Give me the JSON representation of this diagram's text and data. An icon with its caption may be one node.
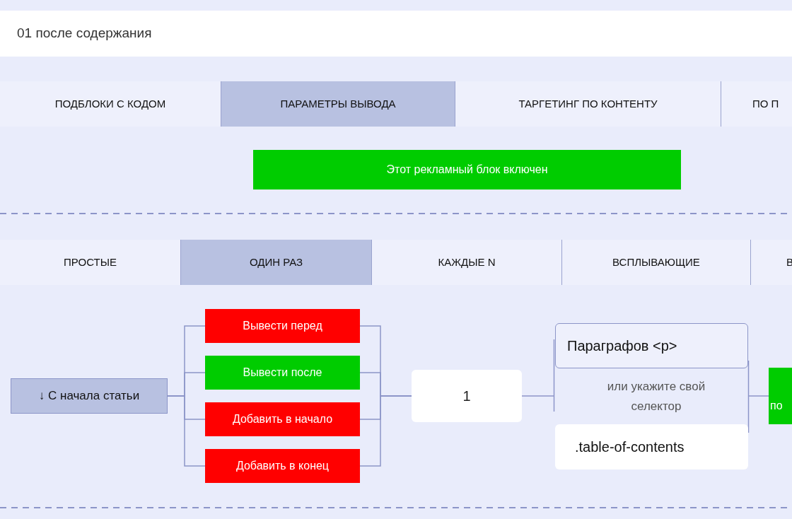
{
  "diagram": {
    "nodes": [
      {
        "text": [
          "01 после содержания"
        ]
      },
      {
        "text": [
          "ПОДБЛОКИ С КОДОМ"
        ]
      },
      {
        "text": [
          "ПАРАМЕТРЫ ВЫВОДА"
        ]
      },
      {
        "text": [
          "ТАРГЕТИНГ ПО КОНТЕНТУ"
        ]
      },
      {
        "text": [
          "ПО П"
        ]
      },
      {
        "text": [
          "Этот рекламный блок включен"
        ]
      },
      {
        "text": [
          "ПРОСТЫЕ"
        ]
      },
      {
        "text": [
          "ОДИН РАЗ"
        ]
      },
      {
        "text": [
          "КАЖДЫЕ N"
        ]
      },
      {
        "text": [
          "ВСПЛЫВАЮЩИЕ"
        ]
      },
      {
        "text": [
          "В"
        ]
      },
      {
        "text": [
          "↓ С начала статьи"
        ]
      },
      {
        "text": [
          "Вывести перед"
        ]
      },
      {
        "text": [
          "Вывести после"
        ]
      },
      {
        "text": [
          "Добавить в начало"
        ]
      },
      {
        "text": [
          "Добавить в конец"
        ]
      },
      {
        "text": [
          "1"
        ]
      },
      {
        "text": [
          "или укажите свой селектор"
        ]
      },
      {
        "text": [
          "Параграфов <p>"
        ],
        "in": 17
      },
      {
        "text": [
          ".table-of-contents"
        ],
        "in": 17
      },
      {
        "text": [
          "по"
        ]
      }
    ],
    "edges": [
      {
        "from": 11,
        "to": 12,
        "arrow": "none"
      },
      {
        "from": 11,
        "to": 13,
        "arrow": "none"
      },
      {
        "from": 11,
        "to": 14,
        "arrow": "none"
      },
      {
        "from": 11,
        "to": 15,
        "arrow": "none"
      },
      {
        "from": 12,
        "to": 16,
        "arrow": "none"
      },
      {
        "from": 13,
        "to": 16,
        "arrow": "none"
      },
      {
        "from": 14,
        "to": 16,
        "arrow": "none"
      },
      {
        "from": 15,
        "to": 16,
        "arrow": "none"
      },
      {
        "from": 16,
        "to": 17,
        "arrow": "none"
      },
      {
        "from": 17,
        "to": 20,
        "arrow": "none"
      }
    ]
  }
}
